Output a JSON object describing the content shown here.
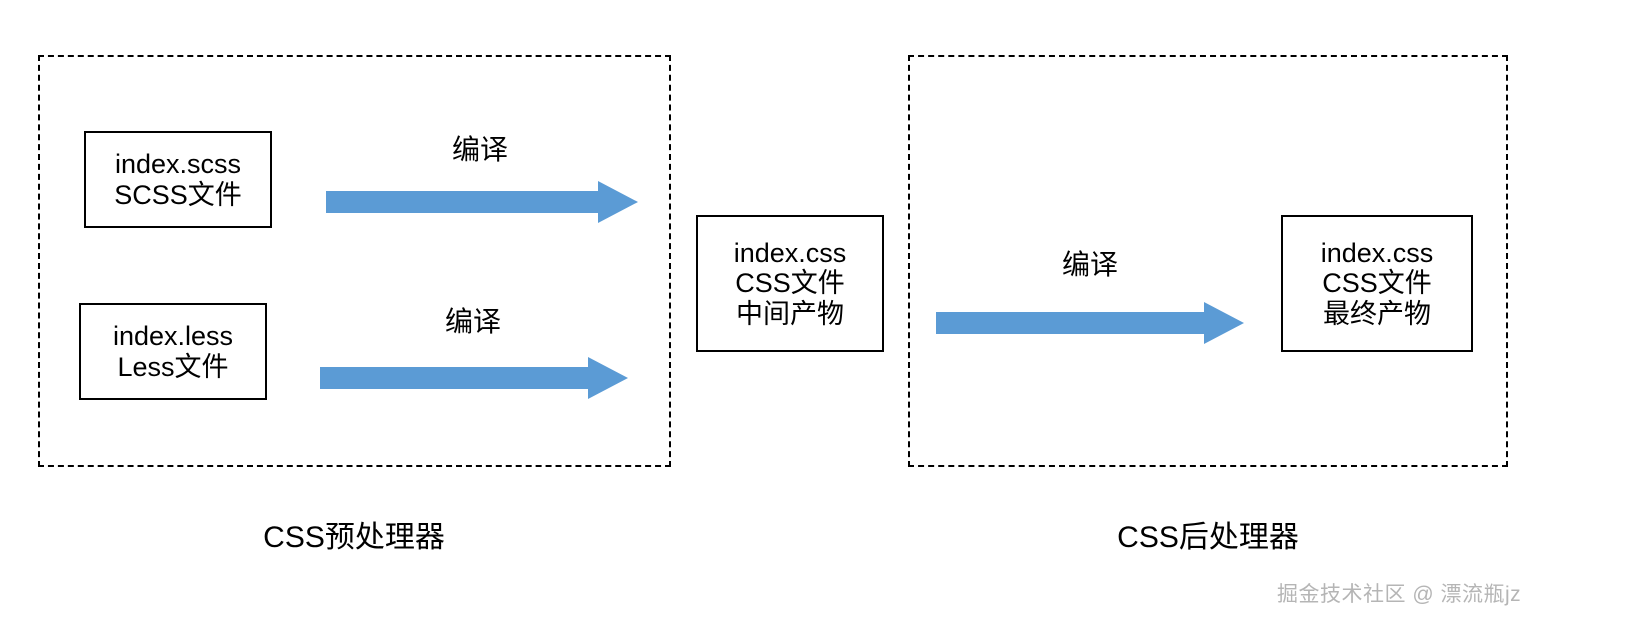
{
  "diagram": {
    "title_implied": "CSS预处理器与CSS后处理器流程图",
    "accent_color": "#5B9BD5",
    "border_color": "#000000",
    "background_color": "#FFFFFF"
  },
  "panels": [
    {
      "id": "preprocessor",
      "caption": "CSS预处理器"
    },
    {
      "id": "postprocessor",
      "caption": "CSS后处理器"
    }
  ],
  "boxes": [
    {
      "id": "scss-source",
      "line1": "index.scss",
      "line2": "SCSS文件",
      "line3": ""
    },
    {
      "id": "less-source",
      "line1": "index.less",
      "line2": "Less文件",
      "line3": ""
    },
    {
      "id": "css-intermediate",
      "line1": "index.css",
      "line2": "CSS文件",
      "line3": "中间产物"
    },
    {
      "id": "css-final",
      "line1": "index.css",
      "line2": "CSS文件",
      "line3": "最终产物"
    }
  ],
  "arrows": [
    {
      "id": "scss-to-css",
      "label": "编译"
    },
    {
      "id": "less-to-css",
      "label": "编译"
    },
    {
      "id": "css-to-final",
      "label": "编译"
    }
  ],
  "watermark": {
    "text": "掘金技术社区 @ 漂流瓶jz"
  }
}
